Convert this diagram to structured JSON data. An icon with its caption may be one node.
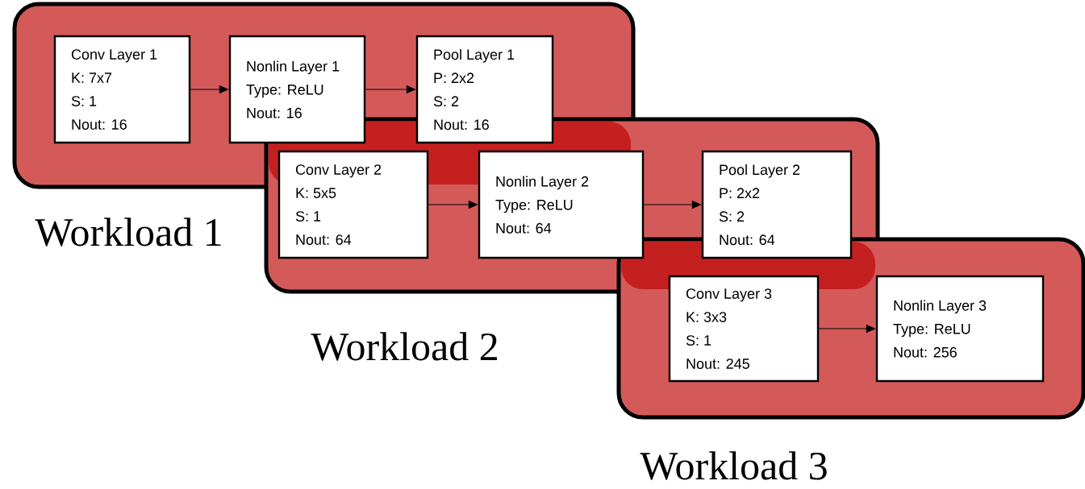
{
  "diagram": {
    "nodes": [
      {
        "text": [
          "Workload 1"
        ]
      },
      {
        "text": [
          "Conv Layer 1",
          "K: 7x7",
          "S: 1",
          "Nout: 16"
        ],
        "in": 0
      },
      {
        "text": [
          "Nonlin Layer 1",
          "Type: ReLU",
          "Nout: 16"
        ],
        "in": 0
      },
      {
        "text": [
          "Pool Layer 1",
          "P: 2x2",
          "S: 2",
          "Nout: 16"
        ],
        "in": 0
      },
      {
        "text": [
          "Workload 2"
        ]
      },
      {
        "text": [
          "Conv Layer 2",
          "K: 5x5",
          "S: 1",
          "Nout: 64"
        ],
        "in": 4
      },
      {
        "text": [
          "Nonlin Layer 2",
          "Type: ReLU",
          "Nout: 64"
        ],
        "in": 4
      },
      {
        "text": [
          "Pool Layer 2",
          "P: 2x2",
          "S: 2",
          "Nout: 64"
        ],
        "in": 4
      },
      {
        "text": [
          "Workload 3"
        ]
      },
      {
        "text": [
          "Conv Layer 3",
          "K: 3x3",
          "S: 1",
          "Nout: 245"
        ],
        "in": 8
      },
      {
        "text": [
          "Nonlin Layer 3",
          "Type: ReLU",
          "Nout: 256"
        ],
        "in": 8
      }
    ],
    "edges": [
      {
        "from": 1,
        "to": 2,
        "arrow": "to"
      },
      {
        "from": 2,
        "to": 3,
        "arrow": "to"
      },
      {
        "from": 5,
        "to": 6,
        "arrow": "to"
      },
      {
        "from": 6,
        "to": 7,
        "arrow": "to"
      },
      {
        "from": 9,
        "to": 10,
        "arrow": "to"
      }
    ]
  }
}
